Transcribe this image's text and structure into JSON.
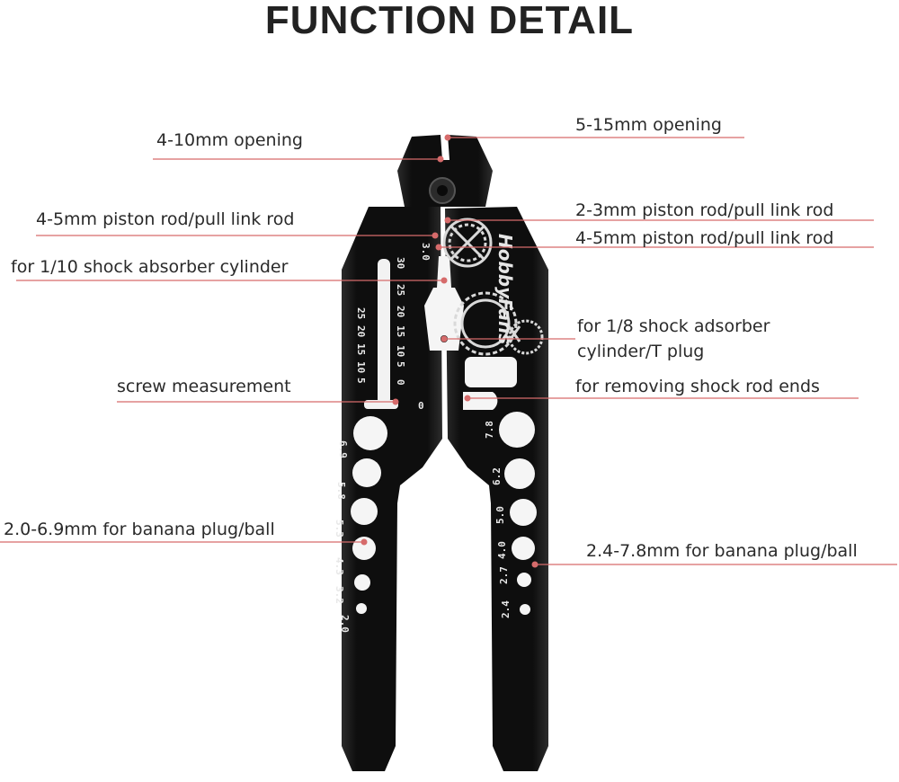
{
  "title": "FUNCTION DETAIL",
  "accent_color": "#d66b6b",
  "tool_color": "#141414",
  "brand": "HobbyFans",
  "callouts": {
    "c1": "4-10mm opening",
    "c2": "5-15mm opening",
    "c3": "4-5mm piston rod/pull link rod",
    "c4": "2-3mm piston rod/pull link rod",
    "c5": "4-5mm piston rod/pull link rod",
    "c6": "for 1/10 shock absorber cylinder",
    "c7a": "for 1/8 shock adsorber",
    "c7b": "cylinder/T plug",
    "c8": "screw measurement",
    "c9": "for removing shock rod ends",
    "c10": "2.0-6.9mm for banana plug/ball",
    "c11": "2.4-7.8mm for banana plug/ball"
  },
  "tool_markings": {
    "small_size": "3.0",
    "ruler_a": [
      "25",
      "20",
      "15",
      "10",
      "5"
    ],
    "ruler_b": [
      "30",
      "25",
      "20",
      "15",
      "10",
      "5",
      "0"
    ],
    "ruler_zero": "0",
    "left_holes": [
      "6.9",
      "5.8",
      "5.3",
      "4.3",
      "3.2",
      "2.0"
    ],
    "right_holes": [
      "7.8",
      "6.2",
      "5.0",
      "4.0",
      "2.7",
      "2.4"
    ]
  }
}
